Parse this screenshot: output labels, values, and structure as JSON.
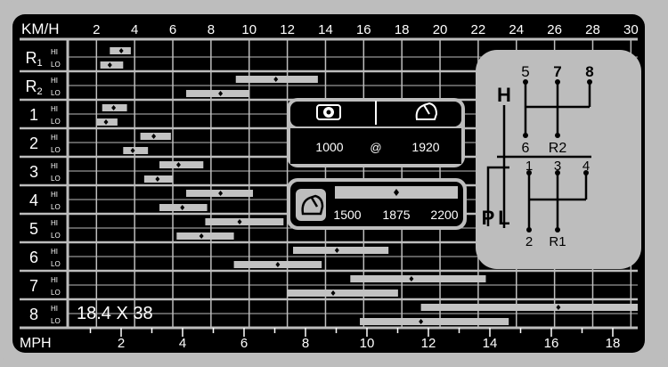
{
  "header": {
    "unit_top": "KM/H",
    "unit_bottom": "MPH"
  },
  "kmh_ticks": [
    "2",
    "4",
    "6",
    "8",
    "10",
    "12",
    "14",
    "16",
    "18",
    "20",
    "22",
    "24",
    "26",
    "28",
    "30"
  ],
  "mph_ticks": [
    "2",
    "4",
    "6",
    "8",
    "10",
    "12",
    "14",
    "16",
    "18"
  ],
  "gears": [
    {
      "label": "R1",
      "sub": "1",
      "hi": "HI",
      "lo": "LO"
    },
    {
      "label": "R2",
      "sub": "2",
      "hi": "HI",
      "lo": "LO"
    },
    {
      "label": "1",
      "sub": "",
      "hi": "HI",
      "lo": "LO"
    },
    {
      "label": "2",
      "sub": "",
      "hi": "HI",
      "lo": "LO"
    },
    {
      "label": "3",
      "sub": "",
      "hi": "HI",
      "lo": "LO"
    },
    {
      "label": "4",
      "sub": "",
      "hi": "HI",
      "lo": "LO"
    },
    {
      "label": "5",
      "sub": "",
      "hi": "HI",
      "lo": "LO"
    },
    {
      "label": "6",
      "sub": "",
      "hi": "HI",
      "lo": "LO"
    },
    {
      "label": "7",
      "sub": "",
      "hi": "HI",
      "lo": "LO"
    },
    {
      "label": "8",
      "sub": "",
      "hi": "HI",
      "lo": "LO"
    }
  ],
  "speed_ranges_kmh": [
    {
      "gear": "R1",
      "hi": [
        2.7,
        3.8,
        3.3
      ],
      "lo": [
        2.2,
        3.4,
        2.7
      ]
    },
    {
      "gear": "R2",
      "hi": [
        9.3,
        13.6,
        11.4
      ],
      "lo": [
        6.7,
        10.0,
        8.5
      ]
    },
    {
      "gear": "1",
      "hi": [
        2.3,
        3.6,
        2.9
      ],
      "lo": [
        2.0,
        3.1,
        2.5
      ]
    },
    {
      "gear": "2",
      "hi": [
        4.3,
        5.9,
        5.0
      ],
      "lo": [
        3.4,
        4.7,
        3.9
      ]
    },
    {
      "gear": "3",
      "hi": [
        5.3,
        7.6,
        6.3
      ],
      "lo": [
        4.5,
        6.0,
        5.2
      ]
    },
    {
      "gear": "4",
      "hi": [
        6.7,
        10.2,
        8.5
      ],
      "lo": [
        5.3,
        7.8,
        6.5
      ]
    },
    {
      "gear": "5",
      "hi": [
        7.7,
        11.8,
        9.5
      ],
      "lo": [
        6.2,
        9.2,
        7.5
      ]
    },
    {
      "gear": "6",
      "hi": [
        12.3,
        17.3,
        14.6
      ],
      "lo": [
        9.2,
        13.8,
        11.5
      ]
    },
    {
      "gear": "7",
      "hi": [
        15.3,
        22.4,
        18.5
      ],
      "lo": [
        12.0,
        17.8,
        14.4
      ]
    },
    {
      "gear": "8",
      "hi": [
        19.0,
        30.4,
        26.2
      ],
      "lo": [
        15.8,
        23.6,
        19.0
      ]
    }
  ],
  "engine_box": {
    "icon_left": "pto-icon",
    "icon_right": "engine-icon",
    "value_left": "1000",
    "at": "@",
    "value_right": "1920"
  },
  "rpm_box": {
    "icon": "engine-icon",
    "min": "1500",
    "mid": "1875",
    "max": "2200",
    "marker_position": 0.5
  },
  "shift_pattern": {
    "top_gears": [
      "5",
      "7",
      "8"
    ],
    "mid_gears": [
      "6",
      "R2"
    ],
    "low_top_gears": [
      "1",
      "3",
      "4"
    ],
    "bottom_gears": [
      "2",
      "R1"
    ],
    "range_high": "H",
    "range_p": "P",
    "range_l": "L"
  },
  "tire_size": "18.4 X 38",
  "colors": {
    "background": "#bdbdbd",
    "panel": "#000000",
    "bar": "#c2c2c2",
    "line": "#bdbdbd",
    "text": "#ffffff"
  }
}
